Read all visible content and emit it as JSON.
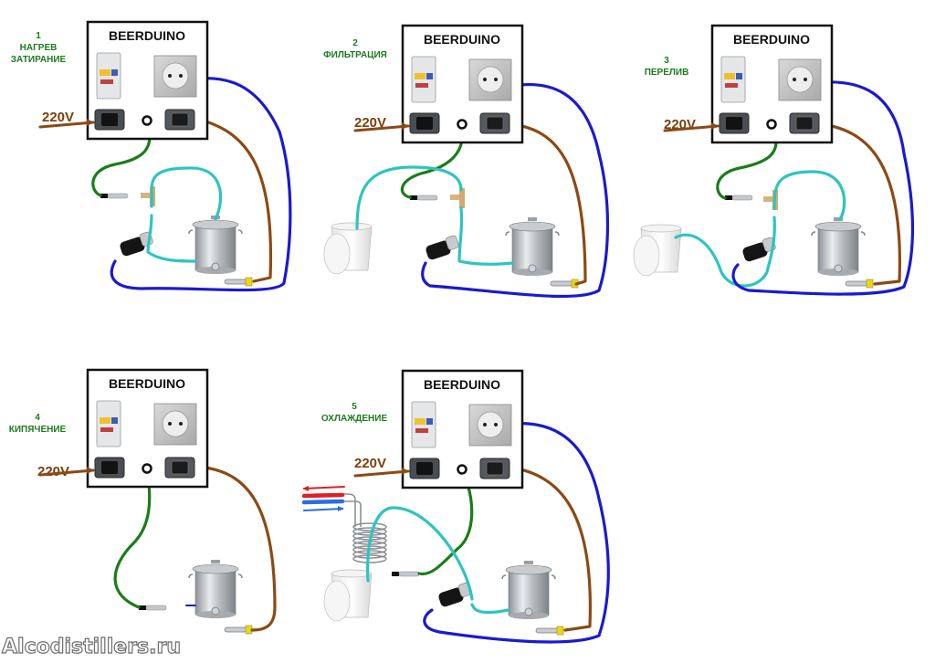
{
  "colors": {
    "power_wire": "#8b4a14",
    "pump_wire": "#1a1ad0",
    "sensor_wire": "#1a7d1a",
    "hose": "#2ec4c0",
    "label_green": "#1e7a1e",
    "box_border": "#111111"
  },
  "stages": [
    {
      "number": "1",
      "title": "НАГРЕВ",
      "subtitle": "ЗАТИРАНИЕ",
      "box_title": "BEERDUINO",
      "voltage": "220V",
      "has_bucket": false,
      "has_pump": true,
      "has_coil": false
    },
    {
      "number": "2",
      "title": "ФИЛЬТРАЦИЯ",
      "subtitle": "",
      "box_title": "BEERDUINO",
      "voltage": "220V",
      "has_bucket": true,
      "has_pump": true,
      "has_coil": false
    },
    {
      "number": "3",
      "title": "ПЕРЕЛИВ",
      "subtitle": "",
      "box_title": "BEERDUINO",
      "voltage": "220V",
      "has_bucket": true,
      "has_pump": true,
      "has_coil": false
    },
    {
      "number": "4",
      "title": "КИПЯЧЕНИЕ",
      "subtitle": "",
      "box_title": "BEERDUINO",
      "voltage": "220V",
      "has_bucket": false,
      "has_pump": false,
      "has_coil": false
    },
    {
      "number": "5",
      "title": "ОХЛАЖДЕНИЕ",
      "subtitle": "",
      "box_title": "BEERDUINO",
      "voltage": "220V",
      "has_bucket": true,
      "has_pump": true,
      "has_coil": true
    }
  ],
  "components": {
    "breaker": "rcd-breaker",
    "socket": "power-socket",
    "inlet": "iec-inlet",
    "outlet": "iec-outlet",
    "sensor_port": "sensor-jack",
    "pot": "brew-kettle",
    "heater": "heating-element",
    "pump": "pump",
    "probe": "temperature-probe",
    "tee": "tee-fitting",
    "bucket": "bucket",
    "chiller": "immersion-chiller"
  },
  "watermark": "Alcodistillers.ru"
}
